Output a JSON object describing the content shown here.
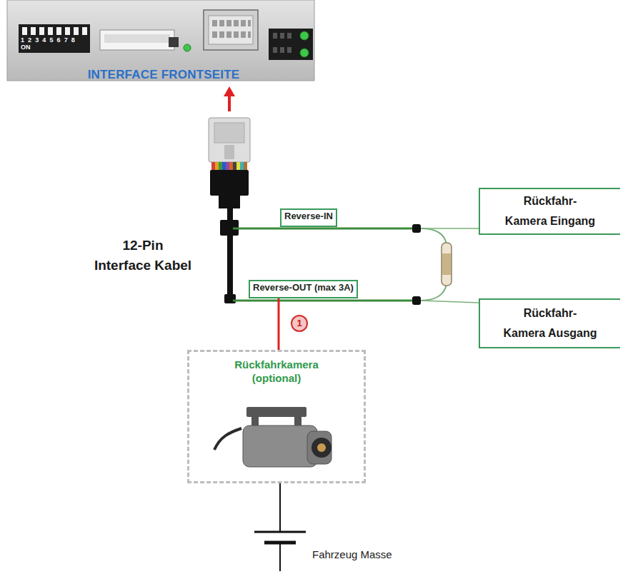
{
  "diagram": {
    "nodes": [
      {
        "text": [
          "INTERFACE FRONTSEITE"
        ]
      },
      {
        "text": [
          "Reverse-IN"
        ]
      },
      {
        "text": [
          "Reverse-OUT (max 3A)"
        ]
      },
      {
        "text": [
          "Rückfahr- Kamera Eingang"
        ]
      },
      {
        "text": [
          "Rückfahr- Kamera Ausgang"
        ]
      },
      {
        "text": [
          "Rückfahrkamera (optional)"
        ]
      }
    ],
    "edges": [
      {
        "from": 2,
        "to": 5,
        "arrow": "none"
      }
    ],
    "labels": [
      "12345678",
      "ON",
      "12-Pin Interface Kabel",
      "1",
      "Fahrzeug Masse"
    ]
  }
}
